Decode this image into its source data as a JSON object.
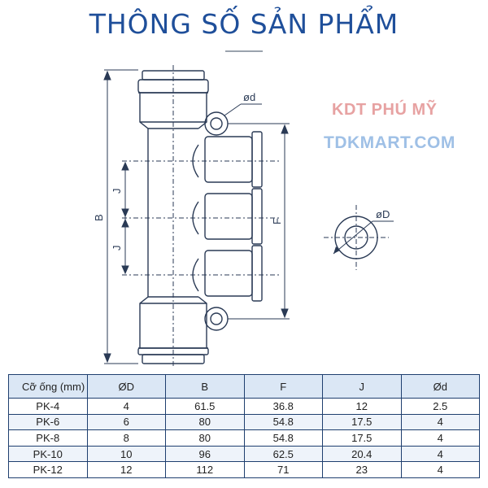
{
  "page": {
    "title": "THÔNG SỐ SẢN PHẨM",
    "brand": "KDT PHÚ MỸ",
    "website": "TDKMART.COM"
  },
  "drawing": {
    "label_d_small": "ød",
    "label_D": "øD",
    "label_B": "B",
    "label_F": "F",
    "label_J_top": "J",
    "label_J_bottom": "J"
  },
  "table": {
    "headers": [
      "Cỡ ống (mm)",
      "ØD",
      "B",
      "F",
      "J",
      "Ød"
    ],
    "rows": [
      [
        "PK-4",
        "4",
        "61.5",
        "36.8",
        "12",
        "2.5"
      ],
      [
        "PK-6",
        "6",
        "80",
        "54.8",
        "17.5",
        "4"
      ],
      [
        "PK-8",
        "8",
        "80",
        "54.8",
        "17.5",
        "4"
      ],
      [
        "PK-10",
        "10",
        "96",
        "62.5",
        "20.4",
        "4"
      ],
      [
        "PK-12",
        "12",
        "112",
        "71",
        "23",
        "4"
      ]
    ]
  },
  "colors": {
    "title": "#1f4f9a",
    "line": "#2a3a55",
    "header_bg": "#dbe7f5",
    "brand": "#e7a2a2",
    "website": "#9fc0e6"
  }
}
